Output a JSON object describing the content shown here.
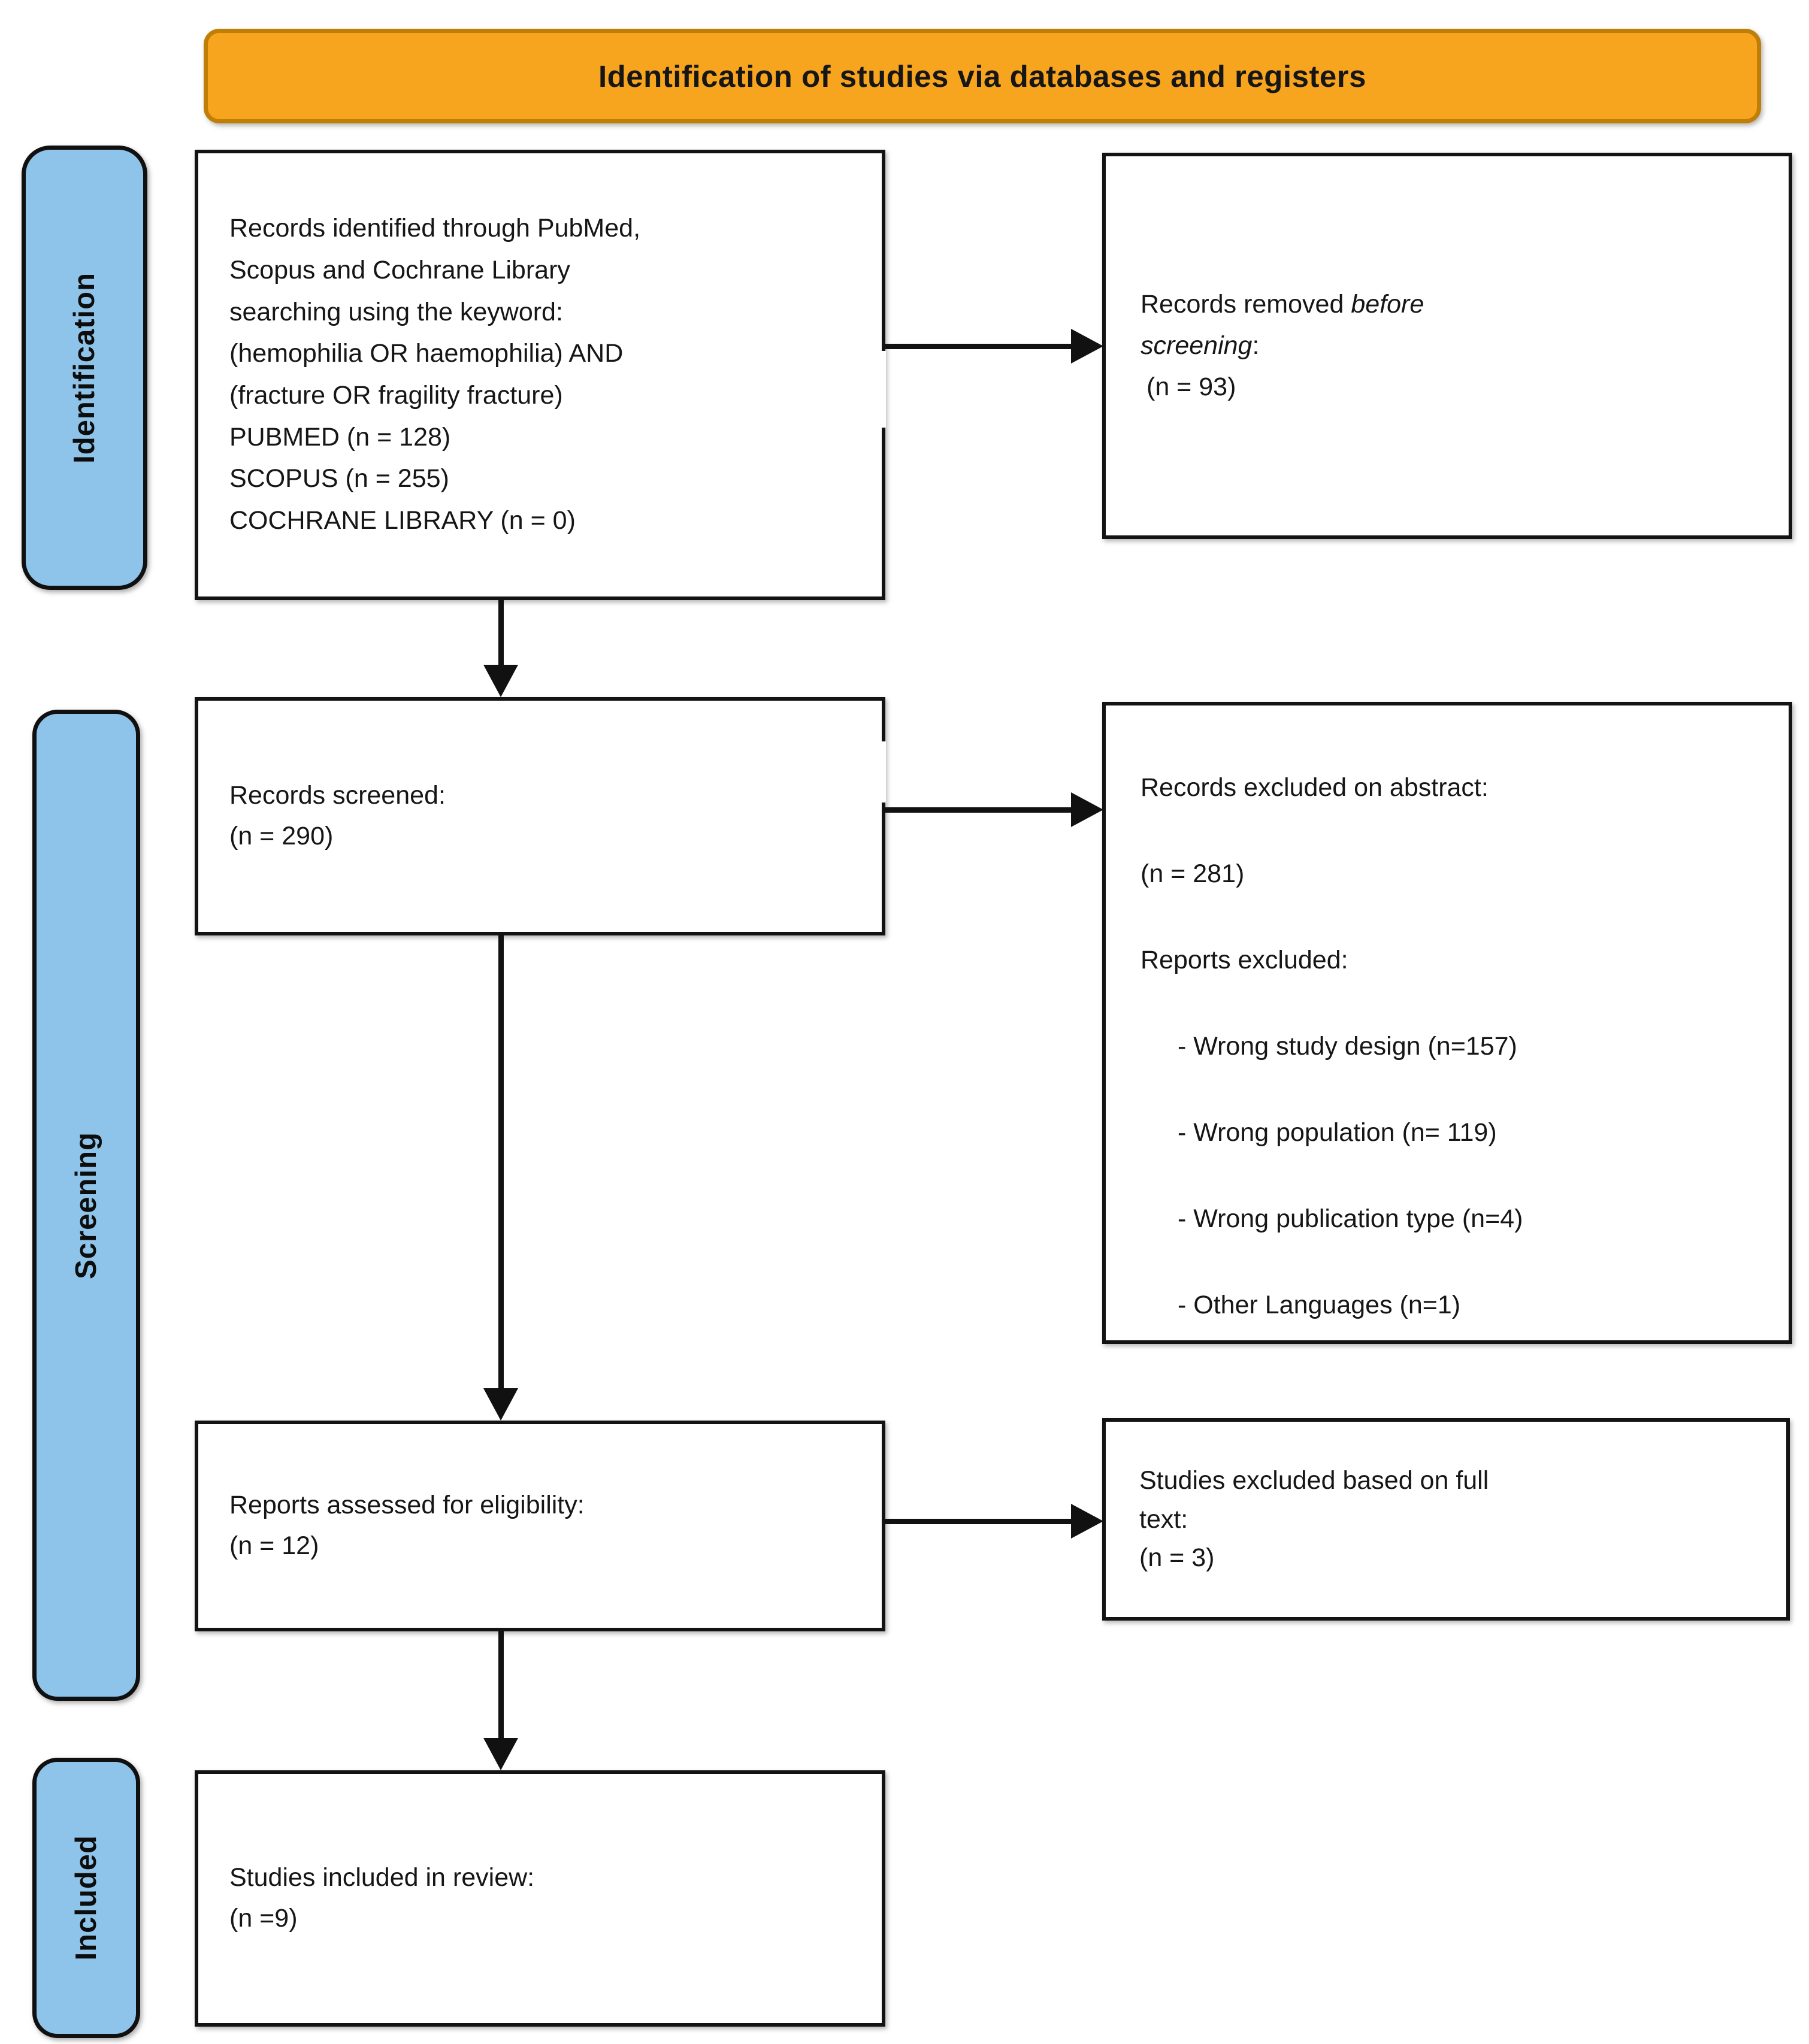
{
  "banner": {
    "title": "Identification of studies via databases and registers"
  },
  "sidebar": {
    "identification": "Identification",
    "screening": "Screening",
    "included": "Included"
  },
  "boxes": {
    "records_identified": {
      "text": "Records identified through PubMed,\nScopus and Cochrane Library\nsearching using the keyword:\n(hemophilia OR haemophilia) AND\n(fracture OR fragility fracture)\nPUBMED (n = 128)\nSCOPUS (n = 255)\nCOCHRANE LIBRARY (n = 0)"
    },
    "records_removed": {
      "line1_normal": "Records removed ",
      "line1_italic": "before",
      "line2_italic": "screening",
      "line2_normal": ":",
      "count": "(n = 93)"
    },
    "records_screened": {
      "text": "Records screened:\n(n = 290)"
    },
    "records_excluded": {
      "heading": "Records excluded on abstract:",
      "count": "(n = 281)",
      "subheading": "Reports excluded:",
      "items": [
        "- Wrong study design (n=157)",
        "- Wrong population (n= 119)",
        "- Wrong publication type (n=4)",
        "- Other Languages (n=1)"
      ]
    },
    "reports_assessed": {
      "text": "Reports assessed for eligibility:\n(n = 12)"
    },
    "studies_excluded_fulltext": {
      "text": "Studies excluded based on full\ntext:\n(n = 3)"
    },
    "studies_included": {
      "text": "Studies included in review:\n(n =9)"
    }
  },
  "colors": {
    "stage_bar_fill": "#8FC4EA",
    "banner_fill": "#F7A41E",
    "banner_border": "#BF7E06",
    "line_color": "#111111"
  }
}
